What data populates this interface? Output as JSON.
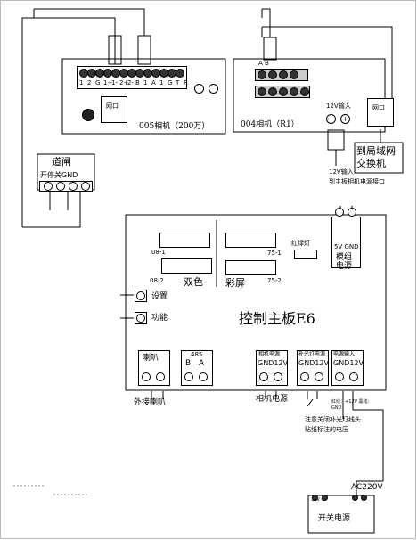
{
  "camera005": {
    "terminals": [
      "1",
      "2",
      "G",
      "1+",
      "1-",
      "2+",
      "2-",
      "B",
      "1",
      "A",
      "1",
      "G",
      "T",
      "R"
    ],
    "port_label": "网口",
    "title": "005相机（200万）"
  },
  "camera004": {
    "ab_labels": [
      "A",
      "B"
    ],
    "port_label": "网口",
    "title": "004相机（R1）",
    "power_label": "12V输入",
    "power_symbols": [
      "−",
      "+"
    ]
  },
  "switch": {
    "label": "到局域网交换机"
  },
  "power_note": {
    "line1": "12V输入",
    "line2": "到主板相机电源接口"
  },
  "gate": {
    "title": "道闸",
    "terminals": "开停关GND"
  },
  "board": {
    "title": "控制主板E6",
    "header_08_1": "08-1",
    "header_08_2": "08-2",
    "dual_color": "双色",
    "color_screen": "彩屏",
    "header_75_1": "75-1",
    "header_75_2": "75-2",
    "traffic_light": "红绿灯",
    "module_power": "5V GND",
    "module_label": "模组电源",
    "settings": "设置",
    "function": "功能",
    "speaker_label": "喇叭",
    "speaker_external": "外接喇叭",
    "rs485_label": "485",
    "rs485_terminals": "B A",
    "camera_power_header": "相机电源",
    "camera_power_terminals": "GND12V",
    "camera_power_label": "相机电源",
    "fill_light_header": "补光灯电源",
    "fill_light_terminals": "GND12V",
    "fill_light_note": "注意关闭补光灯线头贴纸标注的电压",
    "power_in_header": "电源输入",
    "power_in_terminals": "GND12V",
    "red_black_note": "红线：+12V 黑线：GND"
  },
  "psu": {
    "ac_label": "AC220V",
    "dc_label": "12V G",
    "title": "开关电源"
  }
}
